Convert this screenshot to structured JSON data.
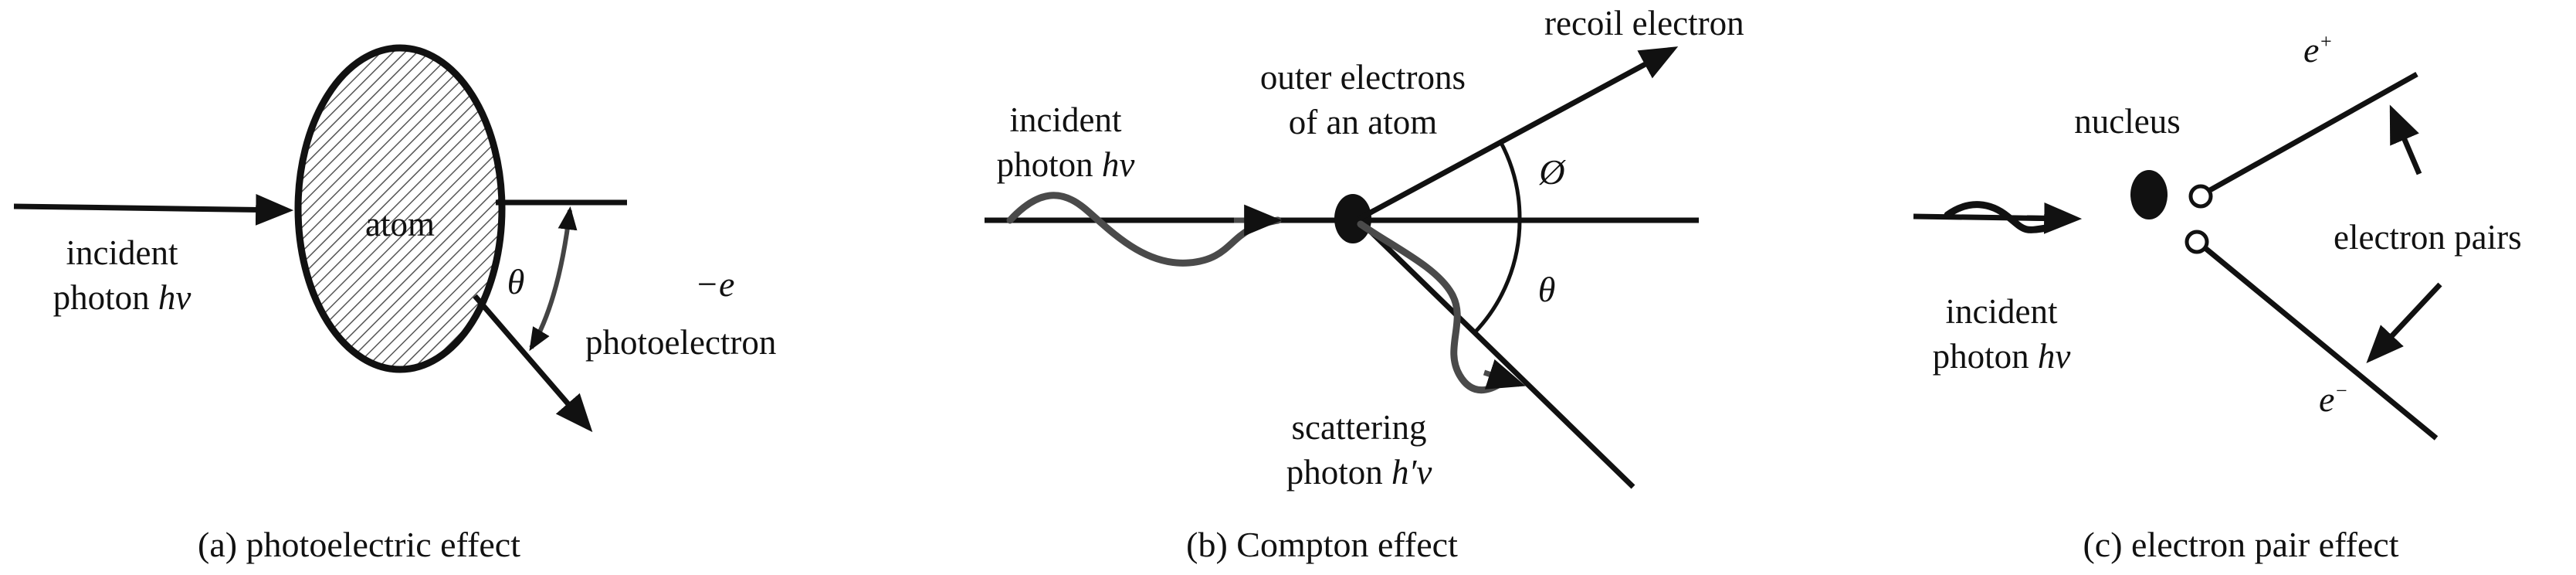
{
  "panel_a": {
    "atom_label": "atom",
    "incident_line1": "incident",
    "incident_line2_prefix": "photon ",
    "incident_line2_symbol": "hv",
    "theta": "θ",
    "electron_symbol": "−e",
    "photoelectron": "photoelectron",
    "caption": "(a) photoelectric effect"
  },
  "panel_b": {
    "incident_line1": "incident",
    "incident_line2_prefix": "photon ",
    "incident_line2_symbol": "hv",
    "outer_line1": "outer electrons",
    "outer_line2": "of an atom",
    "recoil": "recoil electron",
    "phi": "Ø",
    "theta": "θ",
    "scattering_line1": "scattering",
    "scattering_line2_prefix": "photon ",
    "scattering_line2_symbol": "h′v",
    "caption": "(b) Compton effect"
  },
  "panel_c": {
    "nucleus": "nucleus",
    "positron_base": "e",
    "positron_sup": "+",
    "electron_base": "e",
    "electron_sup": "−",
    "electron_pairs": "electron pairs",
    "incident_line1": "incident",
    "incident_line2_prefix": "photon ",
    "incident_line2_symbol": "hv",
    "caption": "(c) electron pair effect"
  },
  "colors": {
    "ink": "#111111",
    "wave": "#4a4a4a",
    "hatch": "#555555"
  }
}
